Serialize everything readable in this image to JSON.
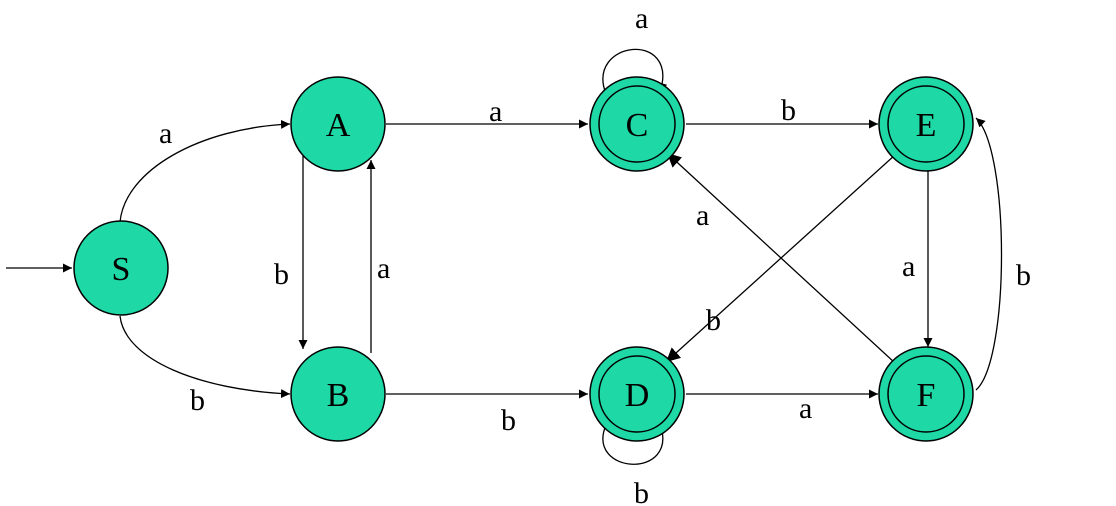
{
  "colors": {
    "state_fill": "#1ed8a6",
    "stroke": "#000000",
    "background": "#ffffff"
  },
  "states": {
    "S": {
      "label": "S",
      "accepting": false,
      "start": true
    },
    "A": {
      "label": "A",
      "accepting": false
    },
    "B": {
      "label": "B",
      "accepting": false
    },
    "C": {
      "label": "C",
      "accepting": true
    },
    "D": {
      "label": "D",
      "accepting": true
    },
    "E": {
      "label": "E",
      "accepting": true
    },
    "F": {
      "label": "F",
      "accepting": true
    }
  },
  "transitions": [
    {
      "id": "S-A",
      "from": "S",
      "to": "A",
      "symbol": "a"
    },
    {
      "id": "S-B",
      "from": "S",
      "to": "B",
      "symbol": "b"
    },
    {
      "id": "A-B",
      "from": "A",
      "to": "B",
      "symbol": "b"
    },
    {
      "id": "B-A",
      "from": "B",
      "to": "A",
      "symbol": "a"
    },
    {
      "id": "A-C",
      "from": "A",
      "to": "C",
      "symbol": "a"
    },
    {
      "id": "B-D",
      "from": "B",
      "to": "D",
      "symbol": "b"
    },
    {
      "id": "C-C",
      "from": "C",
      "to": "C",
      "symbol": "a"
    },
    {
      "id": "D-D",
      "from": "D",
      "to": "D",
      "symbol": "b"
    },
    {
      "id": "C-E",
      "from": "C",
      "to": "E",
      "symbol": "b"
    },
    {
      "id": "D-F",
      "from": "D",
      "to": "F",
      "symbol": "a"
    },
    {
      "id": "E-F",
      "from": "E",
      "to": "F",
      "symbol": "a"
    },
    {
      "id": "F-E",
      "from": "F",
      "to": "E",
      "symbol": "b"
    },
    {
      "id": "E-D",
      "from": "E",
      "to": "D",
      "symbol": "b"
    },
    {
      "id": "F-C",
      "from": "F",
      "to": "C",
      "symbol": "a"
    }
  ]
}
